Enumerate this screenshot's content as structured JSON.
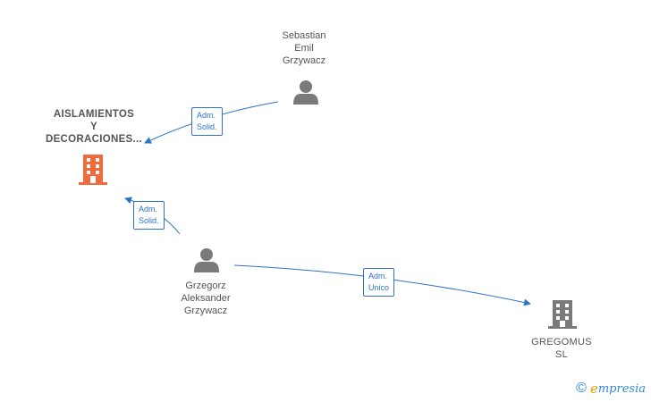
{
  "colors": {
    "edge": "#2f73c4",
    "company_main": "#f26a3c",
    "company_other": "#7a7a7a",
    "person": "#7a7a7a"
  },
  "nodes": {
    "company_main": {
      "label": "AISLAMIENTOS\nY\nDECORACIONES...",
      "icon": "building-icon"
    },
    "sebastian": {
      "label": "Sebastian\nEmil\nGrzywacz",
      "icon": "person-icon"
    },
    "grzegorz": {
      "label": "Grzegorz\nAleksander\nGrzywacz",
      "icon": "person-icon"
    },
    "gregomus": {
      "label": "GREGOMUS\nSL",
      "icon": "building-icon"
    }
  },
  "edges": {
    "sebastian_to_main": {
      "label": "Adm.\nSolid."
    },
    "grzegorz_to_main": {
      "label": "Adm.\nSolid."
    },
    "grzegorz_to_gregomus": {
      "label": "Adm.\nUnico"
    }
  },
  "footer": {
    "copyright_symbol": "©",
    "brand_first": "e",
    "brand_rest": "mpresia"
  }
}
